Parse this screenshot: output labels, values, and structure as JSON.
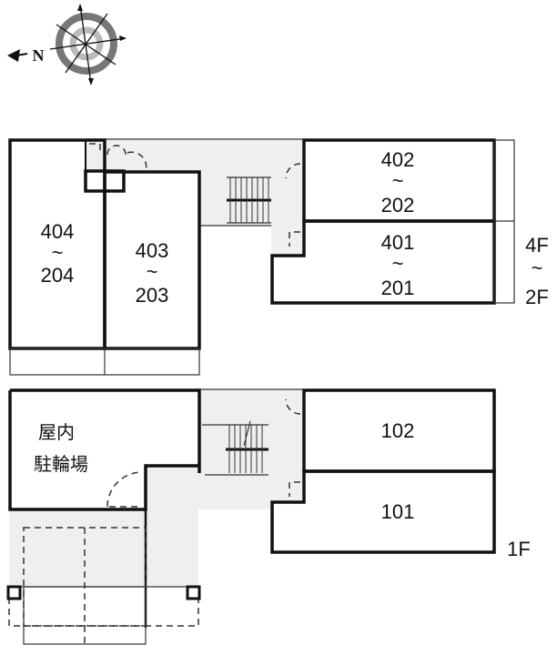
{
  "compass": {
    "north_label": "N"
  },
  "upper_floors": {
    "floor_label": [
      "4F",
      "~",
      "2F"
    ],
    "units": [
      {
        "id": "unit-404-204",
        "lines": [
          "404",
          "~",
          "204"
        ]
      },
      {
        "id": "unit-403-203",
        "lines": [
          "403",
          "~",
          "203"
        ]
      },
      {
        "id": "unit-402-202",
        "lines": [
          "402",
          "~",
          "202"
        ]
      },
      {
        "id": "unit-401-201",
        "lines": [
          "401",
          "~",
          "201"
        ]
      }
    ]
  },
  "ground_floor": {
    "floor_label": "1F",
    "bike_parking": [
      "屋内",
      "駐輪場"
    ],
    "units": [
      {
        "id": "unit-102",
        "label": "102"
      },
      {
        "id": "unit-101",
        "label": "101"
      }
    ]
  },
  "colors": {
    "wall": "#111111",
    "common_area": "#efefef",
    "compass_ring_dark": "#777777",
    "compass_ring_light": "#bbbbbb"
  }
}
